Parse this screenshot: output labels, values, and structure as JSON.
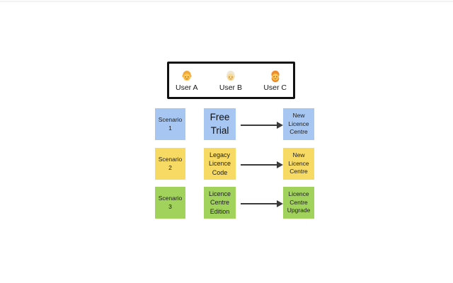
{
  "users_panel": {
    "users": [
      {
        "label": "User A",
        "icon": "person-blond-hair-emoji"
      },
      {
        "label": "User B",
        "icon": "older-person-white-hair-emoji"
      },
      {
        "label": "User C",
        "icon": "person-red-hair-beard-emoji"
      }
    ]
  },
  "rows": [
    {
      "scenario": "Scenario 1",
      "source": "Free Trial",
      "target": "New Licence Centre",
      "color": "#A7C7F2"
    },
    {
      "scenario": "Scenario 2",
      "source": "Legacy Licence Code",
      "target": "New Licence Centre",
      "color": "#F7DA64"
    },
    {
      "scenario": "Scenario 3",
      "source": "Licence Centre Edition",
      "target": "Licence Centre Upgrade",
      "color": "#A0D25C"
    }
  ],
  "colors": {
    "sticky_blue": "#A7C7F2",
    "sticky_yellow": "#F7DA64",
    "sticky_green": "#A0D25C",
    "arrow": "#3a3a3a",
    "panel_border": "#111111",
    "text": "#1e1e1e",
    "background": "#ffffff"
  }
}
